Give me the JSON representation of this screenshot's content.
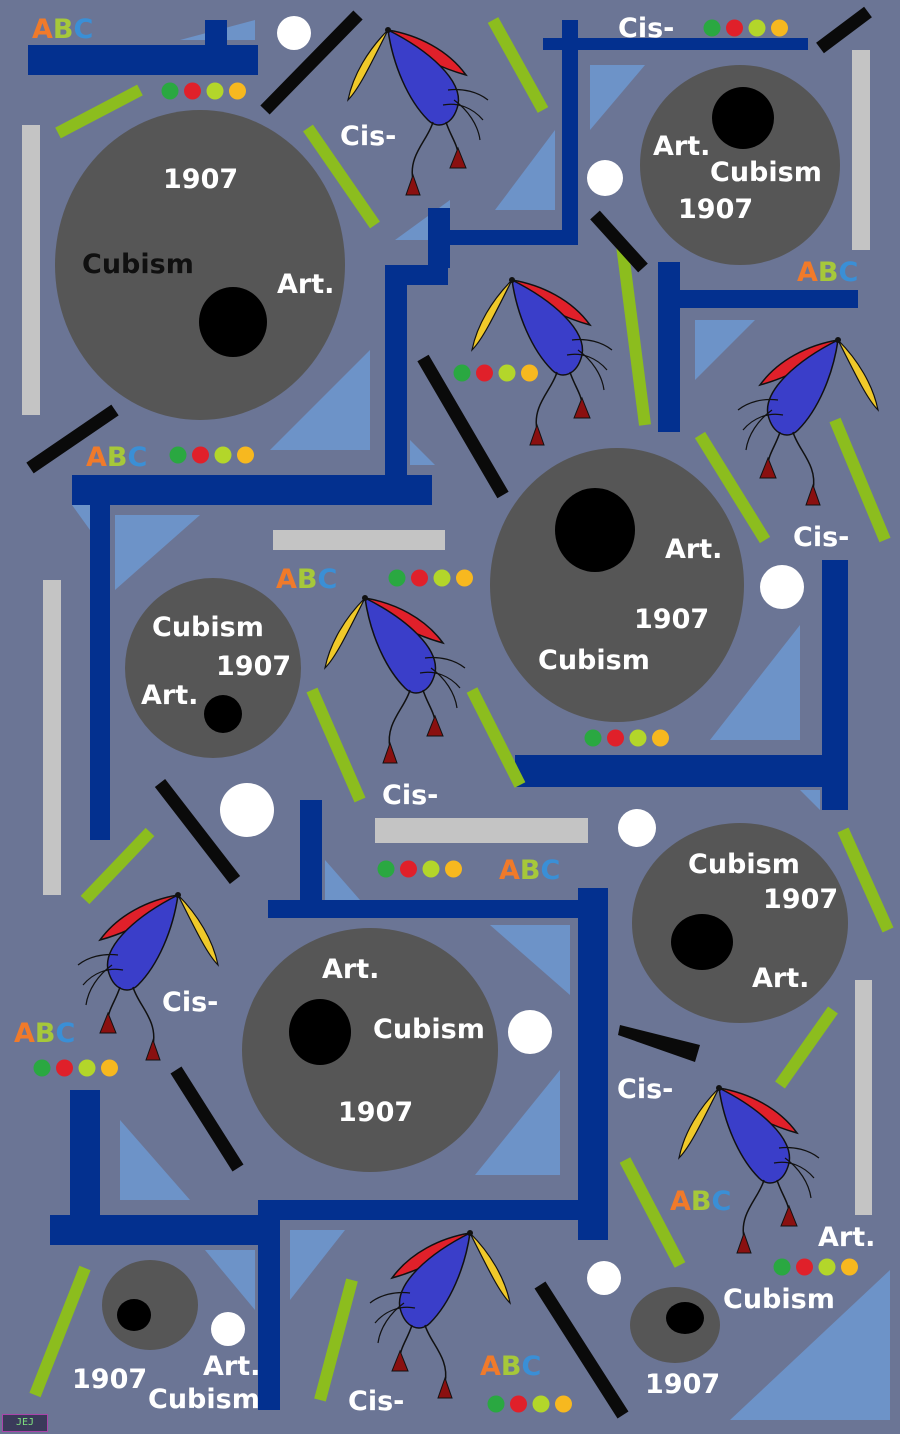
{
  "artwork": {
    "words": {
      "year": "1907",
      "style": "Cubism",
      "art": "Art.",
      "cis": "Cis-"
    },
    "abc_letters": [
      "A",
      "B",
      "C"
    ],
    "badge": "JEJ",
    "colors": {
      "background": "#6b7595",
      "disc": "#565656",
      "blue_bar": "#03308f",
      "light_triangle": "#6d93c8",
      "green_stick": "#8cbd1e",
      "grey_bar": "#c4c4c4",
      "black_stick": "#0a0a0a",
      "bird_body": "#3a3ec9",
      "bird_wing": "#e0202a",
      "bird_tail": "#f0c92a",
      "bird_foot": "#8a1010",
      "dot_green": "#2aa841",
      "dot_red": "#e0202a",
      "dot_lime": "#b3d62a",
      "dot_yellow": "#f7b81f",
      "letter_a": "#f07a2a",
      "letter_b": "#a6c83a",
      "letter_c": "#3a8fd6"
    }
  }
}
